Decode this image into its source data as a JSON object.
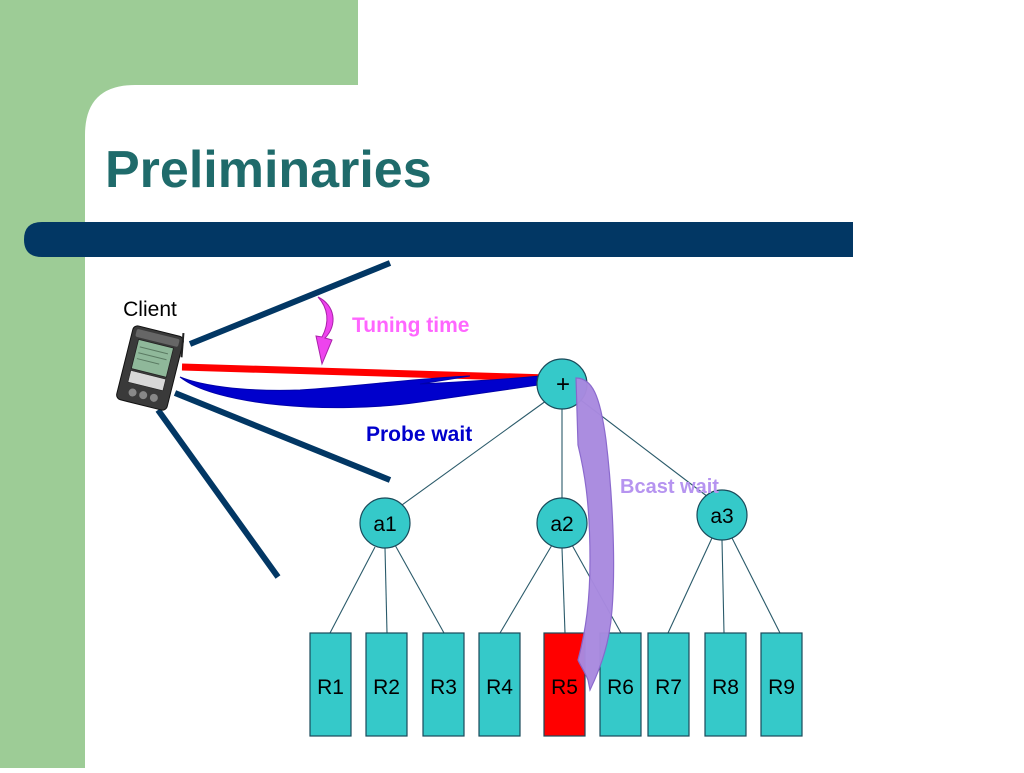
{
  "slide": {
    "title": "Preliminaries"
  },
  "theme": {
    "sidebar_color": "#9dcc96",
    "title_color": "#1f6b6b",
    "bar_color": "#023764",
    "node_fill": "#35c9c9",
    "highlight_fill": "#ff0000",
    "tuning_color": "#ff66ff",
    "probe_color": "#0000cc",
    "bcast_color": "#a98ae0"
  },
  "diagram": {
    "client_label": "Client",
    "client_icon": "pda-device-icon",
    "annotations": {
      "tuning_time": "Tuning time",
      "probe_wait": "Probe wait",
      "bcast_wait": "Bcast wait"
    },
    "root_label": "+",
    "index_nodes": [
      "a1",
      "a2",
      "a3"
    ],
    "records": [
      "R1",
      "R2",
      "R3",
      "R4",
      "R5",
      "R6",
      "R7",
      "R8",
      "R9"
    ],
    "highlighted_record": "R5"
  }
}
